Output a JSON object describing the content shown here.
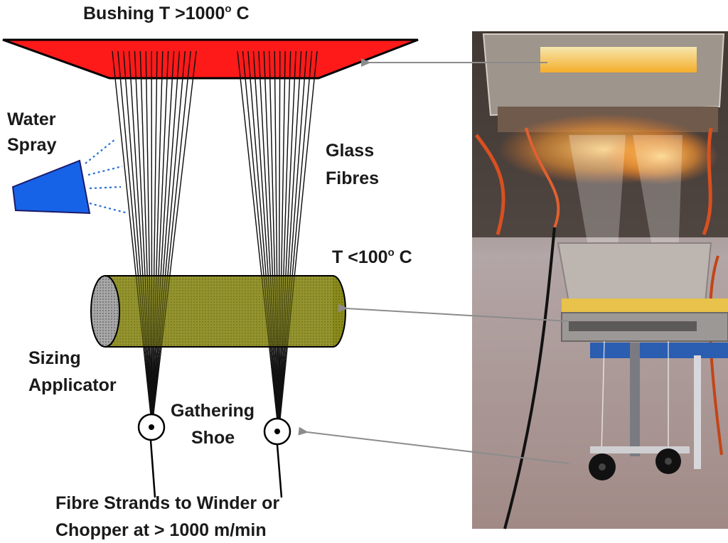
{
  "labels": {
    "bushing": {
      "prefix": "Bushing T >1000",
      "sup": "o",
      "suffix": " C"
    },
    "water_spray": [
      "Water",
      "Spray"
    ],
    "glass_fibres": [
      "Glass",
      "Fibres"
    ],
    "temp_low": {
      "prefix": "T <100",
      "sup": "o",
      "suffix": " C"
    },
    "sizing_applicator": [
      "Sizing",
      "Applicator"
    ],
    "gathering_shoe": [
      "Gathering",
      "Shoe"
    ],
    "output": [
      "Fibre Strands to Winder or",
      "Chopper at > 1000 m/min"
    ]
  },
  "colors": {
    "bushing": "#ff1a1a",
    "spray_nozzle": "#1763e8",
    "spray_dots": "#2a6fd6",
    "applicator": "#8a8a1c",
    "applicator_end": "#9a9a9a",
    "fibre": "#111111",
    "arrow": "#8c8c8c"
  },
  "icons": {
    "photo": "fibre-drawing-line-photo",
    "bushing": "bushing-trapezoid",
    "nozzle": "water-spray-nozzle-icon",
    "shoe": "gathering-shoe-roller-icon"
  }
}
